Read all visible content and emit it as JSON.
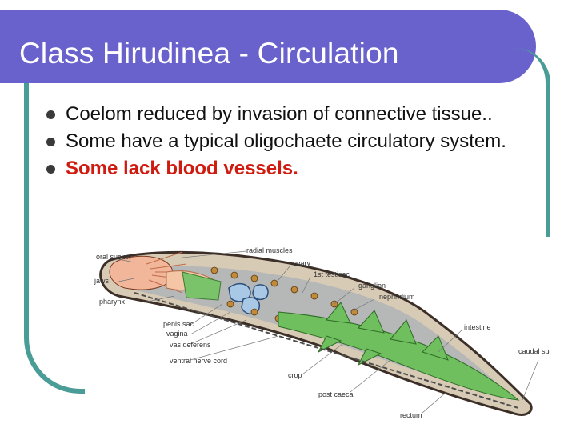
{
  "slide": {
    "title": "Class Hirudinea - Circulation",
    "bullets": [
      {
        "text": "Coelom reduced by invasion of connective tissue..",
        "emphasis": false
      },
      {
        "text": "Some have a typical oligochaete circulatory system.",
        "emphasis": false
      },
      {
        "text": "Some lack blood vessels.",
        "emphasis": true
      }
    ],
    "colors": {
      "title_bar": "#6a62cc",
      "frame": "#4a9d96",
      "emphasis_text": "#d01c10"
    }
  },
  "diagram": {
    "labels": {
      "oral_sucker": "oral sucker",
      "radial_muscles": "radial muscles",
      "ovary": "ovary",
      "testisac": "1st testisac",
      "ganglion": "ganglion",
      "nephridium": "nephridium",
      "jaws": "jaws",
      "pharynx": "pharynx",
      "penis_sac": "penis sac",
      "vagina": "vagina",
      "vas_deferens": "vas deferens",
      "ventral_nerve_cord": "ventral nerve cord",
      "intestine": "intestine",
      "caudal_sucker": "caudal sucker",
      "crop": "crop",
      "post_caeca": "post caeca",
      "rectum": "rectum"
    }
  }
}
